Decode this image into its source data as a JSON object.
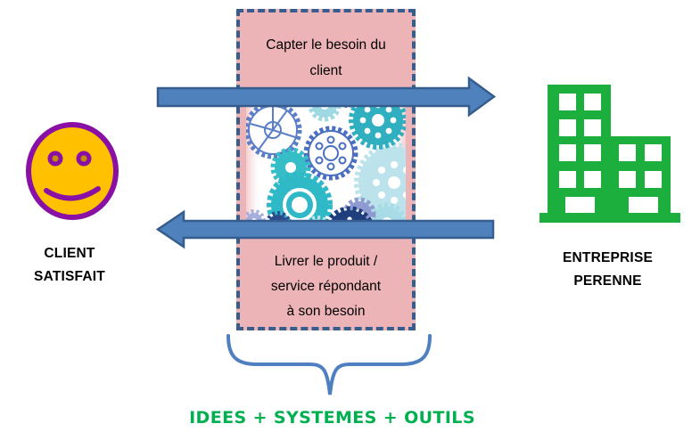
{
  "center_box": {
    "top": {
      "line1": "Capter le besoin du",
      "line2": "client"
    },
    "bottom": {
      "line1": "Livrer le produit /",
      "line2": "service répondant",
      "line3": "à son besoin"
    }
  },
  "left_actor": {
    "label_line1": "CLIENT",
    "label_line2": "SATISFAIT",
    "icon": "smiley-face"
  },
  "right_actor": {
    "label_line1": "ENTREPRISE",
    "label_line2": "PERENNE",
    "icon": "office-building"
  },
  "center_icon": "gears-collage",
  "caption": {
    "text": "IDEES + SYSTEMES + OUTILS"
  },
  "colors": {
    "box_fill": "#EDB4B8",
    "box_border": "#365D8D",
    "arrow_fill": "#4F81BD",
    "arrow_stroke": "#365D8D",
    "brace_blue": "#4E7FC1",
    "caption_green": "#00B050",
    "building_green": "#1CAF3E",
    "smiley_yellow": "#FFC000",
    "smiley_purple": "#8A10A5",
    "label_text": "#000000"
  }
}
